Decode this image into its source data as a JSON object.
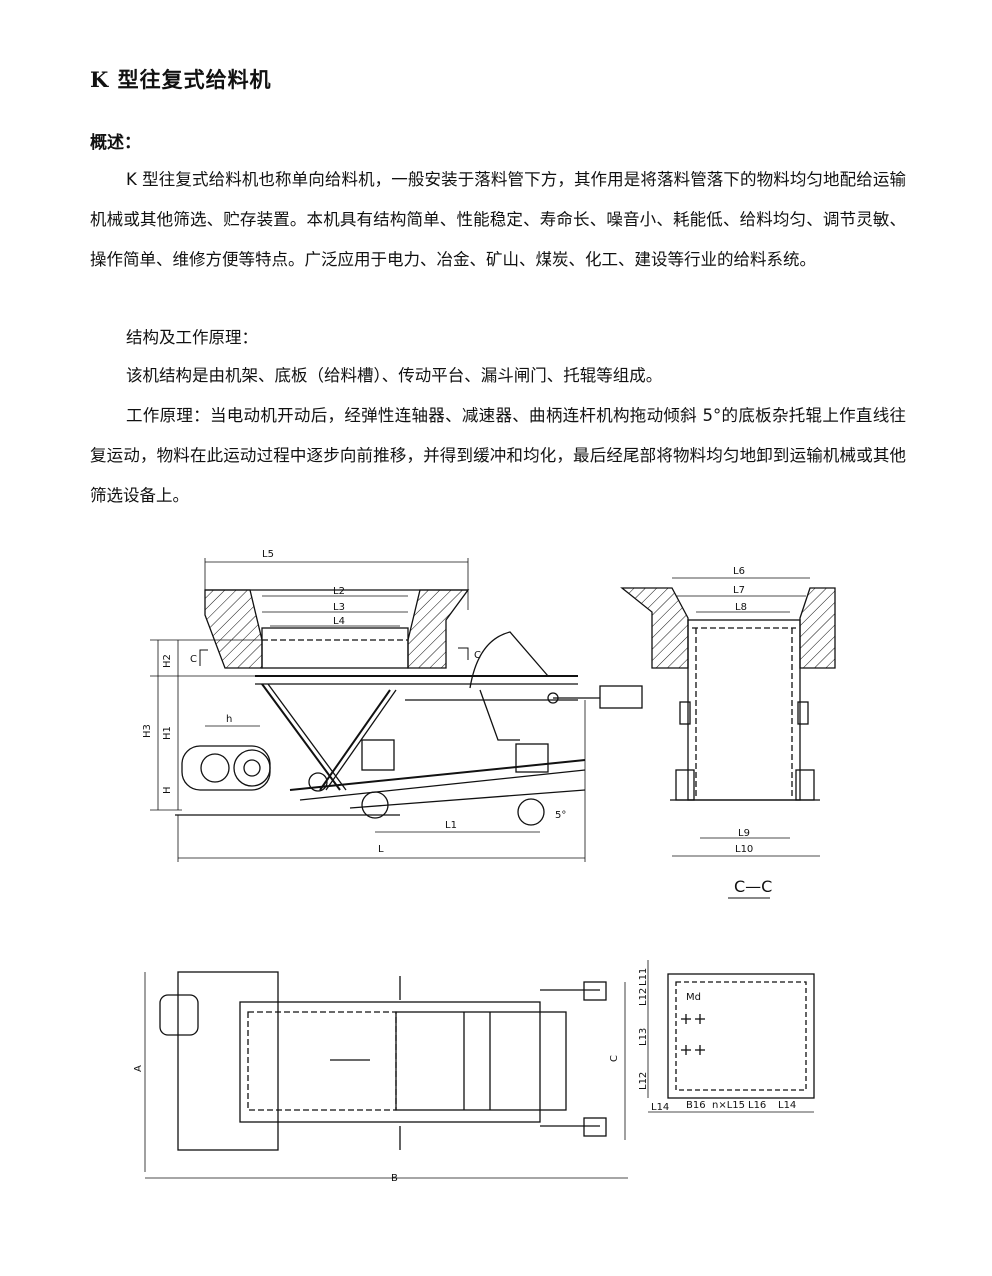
{
  "doc": {
    "title": "K 型往复式给料机",
    "overview_heading": "概述：",
    "paragraph1": "K 型往复式给料机也称单向给料机，一般安装于落料管下方，其作用是将落料管落下的物料均匀地配给运输机械或其他筛选、贮存装置。本机具有结构简单、性能稳定、寿命长、噪音小、耗能低、给料均匀、调节灵敏、操作简单、维修方便等特点。广泛应用于电力、冶金、矿山、煤炭、化工、建设等行业的给料系统。",
    "paragraph2": "结构及工作原理：",
    "paragraph3": "该机结构是由机架、底板（给料槽）、传动平台、漏斗闸门、托辊等组成。",
    "paragraph4": "工作原理：当电动机开动后，经弹性连轴器、减速器、曲柄连杆机构拖动倾斜 5°的底板杂托辊上作直线往复运动，物料在此运动过程中逐步向前推移，并得到缓冲和均化，最后经尾部将物料均匀地卸到运输机械或其他筛选设备上。"
  },
  "drawing": {
    "side_view": {
      "labels": {
        "l5": "L5",
        "l2": "L2",
        "l3": "L3",
        "l4": "L4",
        "c_left": "C",
        "c_right": "C",
        "h2": "H2",
        "h1": "H1",
        "h3": "H3",
        "h_small": "h",
        "h": "H",
        "l1": "L1",
        "l": "L",
        "angle": "5°"
      }
    },
    "section_view": {
      "labels": {
        "l6": "L6",
        "l7": "L7",
        "l8": "L8",
        "l9": "L9",
        "l10": "L10"
      },
      "caption": "C—C"
    },
    "plan_view": {
      "labels": {
        "a": "A",
        "b": "B",
        "c": "C"
      }
    },
    "hole_view": {
      "labels": {
        "l11": "L11",
        "l12_top": "L12",
        "l13": "L13",
        "l12_bottom": "L12",
        "md": "Md",
        "l14_left": "L14",
        "b16": "B16",
        "nxl15": "n×L15",
        "l16": "L16",
        "l14_right": "L14"
      }
    }
  }
}
